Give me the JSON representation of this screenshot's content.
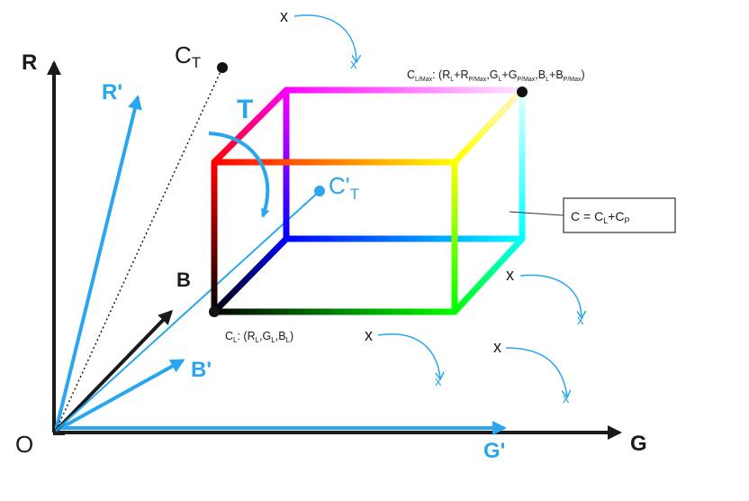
{
  "colors": {
    "axis_dark": "#1a1a1a",
    "axis_blue": "#29a6ee",
    "vertex_red": "#ff0000",
    "vertex_magenta": "#ff00ff",
    "vertex_black": "#000000",
    "vertex_blue": "#0000ff",
    "vertex_green": "#00ff00",
    "vertex_yellow": "#ffff00",
    "vertex_cyan": "#00ffff",
    "vertex_white": "#ffffff"
  },
  "labels": {
    "origin": "O",
    "axis_r": "R",
    "axis_g": "G",
    "axis_b": "B",
    "axis_r_prime": "R'",
    "axis_g_prime": "G'",
    "axis_b_prime": "B'",
    "ct": "C",
    "ct_sub": "T",
    "ct_prime": "C'",
    "ct_prime_sub": "T",
    "transform": "T",
    "cl_prefix": "C",
    "cl_prefix_sub": "L",
    "cl_suffix": ": (R",
    "cl_r_sub": "L",
    "cl_g": ",G",
    "cl_g_sub": "L",
    "cl_b": ",B",
    "cl_b_sub": "L",
    "cl_close": ")",
    "cmax_prefix": "C",
    "cmax_prefix_sub": "L/Max",
    "cmax_open": ": (R",
    "cmax_r_sub": "L",
    "cmax_plus_r": "+R",
    "cmax_r2_sub": "P/Max",
    "cmax_g": ",G",
    "cmax_g_sub": "L",
    "cmax_plus_g": "+G",
    "cmax_g2_sub": "P/Max",
    "cmax_b": ",B",
    "cmax_b_sub": "L",
    "cmax_plus_b": "+B",
    "cmax_b2_sub": "P/Max",
    "cmax_close": ")",
    "callout": "C = C",
    "callout_l_sub": "L",
    "callout_plus": "+C",
    "callout_p_sub": "P",
    "point_marker": "x"
  }
}
